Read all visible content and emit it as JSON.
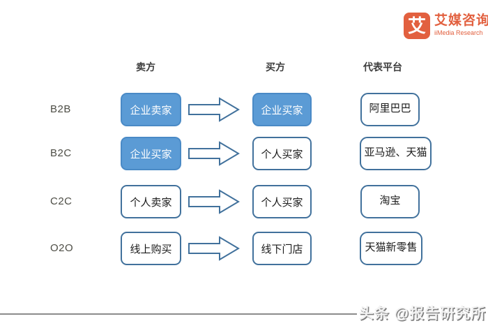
{
  "logo": {
    "icon": "艾",
    "title": "艾媒咨询",
    "subtitle": "iiMedia Research"
  },
  "headers": {
    "seller": "卖方",
    "buyer": "买方",
    "platform": "代表平台"
  },
  "rows": [
    {
      "model": "B2B",
      "seller": "企业卖家",
      "buyer": "企业买家",
      "platform": "阿里巴巴"
    },
    {
      "model": "B2C",
      "seller": "企业买家",
      "buyer": "个人买家",
      "platform": "亚马逊、天猫"
    },
    {
      "model": "C2C",
      "seller": "个人卖家",
      "buyer": "个人买家",
      "platform": "淘宝"
    },
    {
      "model": "O2O",
      "seller": "线上购买",
      "buyer": "线下门店",
      "platform": "天猫新零售"
    }
  ],
  "watermark": "头条 @报告研究所",
  "colors": {
    "box_fill_blue": "#5b9bd5",
    "box_border_blue": "#41719c",
    "brand_orange": "#e2603f"
  }
}
